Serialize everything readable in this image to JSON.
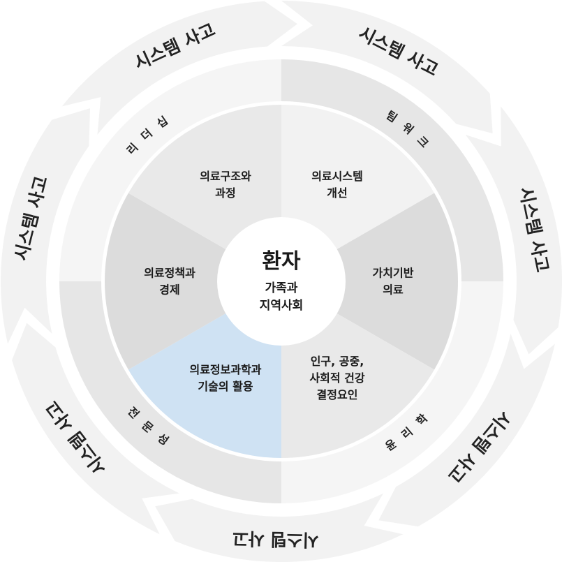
{
  "center": {
    "title": "환자",
    "subtitle_lines": [
      "가족과",
      "지역사회"
    ]
  },
  "sectors": [
    {
      "id": "healthcare-system-improvement",
      "lines": [
        "의료시스템",
        "개선"
      ],
      "color": "#f2f2f2"
    },
    {
      "id": "value-based-care",
      "lines": [
        "가치기반",
        "의료"
      ],
      "color": "#dcdcdc"
    },
    {
      "id": "social-determinants",
      "lines": [
        "인구, 공중,",
        "사회적 건강",
        "결정요인"
      ],
      "color": "#e9e9e9"
    },
    {
      "id": "health-informatics",
      "lines": [
        "의료정보과학과",
        "기술의 활용"
      ],
      "color": "#cfe2f3"
    },
    {
      "id": "health-policy-economics",
      "lines": [
        "의료정책과",
        "경제"
      ],
      "color": "#dcdcdc"
    },
    {
      "id": "healthcare-structure-process",
      "lines": [
        "의료구조와",
        "과정"
      ],
      "color": "#e9e9e9"
    }
  ],
  "ring_labels": [
    {
      "id": "teamwork",
      "text": "팀워크"
    },
    {
      "id": "leadership",
      "text": "리더십"
    },
    {
      "id": "professionalism",
      "text": "전문성"
    },
    {
      "id": "ethics",
      "text": "윤리학"
    }
  ],
  "outer_labels": [
    {
      "id": "1",
      "text": "시스템 사고"
    },
    {
      "id": "2",
      "text": "시스템 사고"
    },
    {
      "id": "3",
      "text": "시스템 사고"
    },
    {
      "id": "4",
      "text": "시스템 사고"
    },
    {
      "id": "5",
      "text": "시스템 사고"
    },
    {
      "id": "6",
      "text": "시스템 사고"
    },
    {
      "id": "7",
      "text": "시스템 사고"
    }
  ],
  "colors": {
    "outer_arrow": "#f2f2f2",
    "quadrant_dark": "#e6e6e6",
    "quadrant_light": "#f5f5f5",
    "background": "#ffffff",
    "text": "#1a1a1a"
  }
}
